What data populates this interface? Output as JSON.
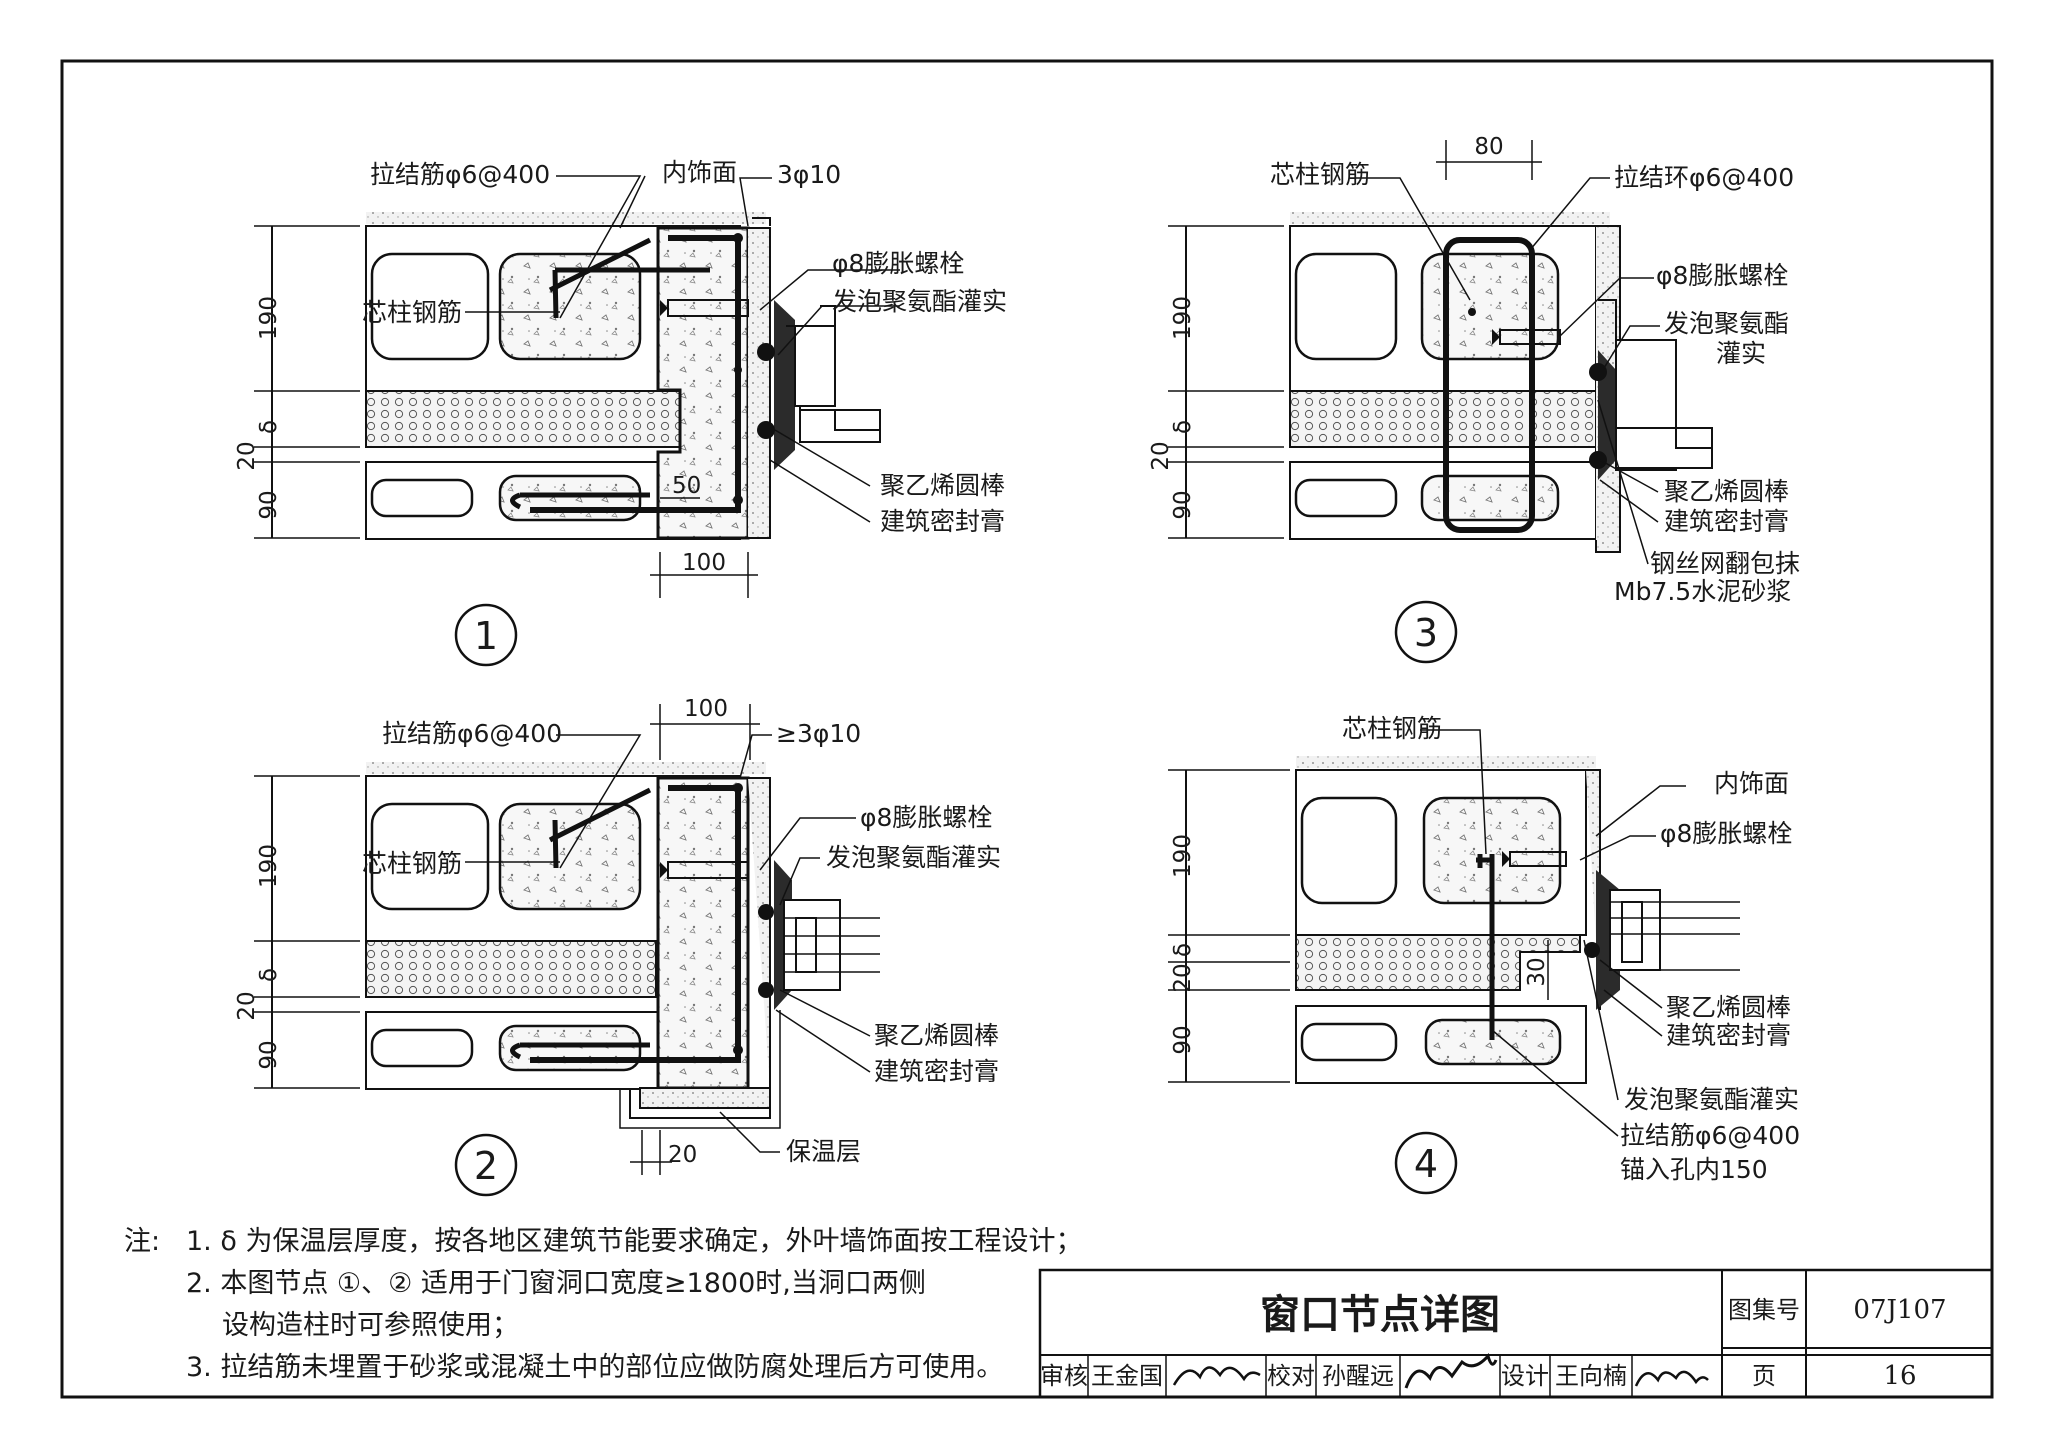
{
  "details": {
    "d1": {
      "number": "1",
      "labels": {
        "tie_rebar": "拉结筋φ6@400",
        "inner_finish": "内饰面",
        "main_rebar": "3φ10",
        "core_rebar": "芯柱钢筋",
        "bolt": "φ8膨胀螺栓",
        "foam": "发泡聚氨酯灌实",
        "pe_rod": "聚乙烯圆棒",
        "sealant": "建筑密封膏"
      },
      "dims": {
        "d190": "190",
        "delta": "δ",
        "d20": "20",
        "d90": "90",
        "d50": "50",
        "d100": "100"
      }
    },
    "d2": {
      "number": "2",
      "labels": {
        "tie_rebar": "拉结筋φ6@400",
        "main_rebar": "≥3φ10",
        "core_rebar": "芯柱钢筋",
        "bolt": "φ8膨胀螺栓",
        "foam": "发泡聚氨酯灌实",
        "pe_rod": "聚乙烯圆棒",
        "sealant": "建筑密封膏",
        "insulation": "保温层"
      },
      "dims": {
        "d100": "100",
        "d190": "190",
        "delta": "δ",
        "d20": "20",
        "d90": "90",
        "d20b": "20"
      }
    },
    "d3": {
      "number": "3",
      "labels": {
        "core_rebar": "芯柱钢筋",
        "tie_ring": "拉结环φ6@400",
        "bolt": "φ8膨胀螺栓",
        "foam1": "发泡聚氨酯",
        "foam2": "灌实",
        "pe_rod": "聚乙烯圆棒",
        "sealant": "建筑密封膏",
        "mesh1": "钢丝网翻包抹",
        "mesh2": "Mb7.5水泥砂浆"
      },
      "dims": {
        "d80": "80",
        "d190": "190",
        "delta": "δ",
        "d20": "20",
        "d90": "90"
      }
    },
    "d4": {
      "number": "4",
      "labels": {
        "core_rebar": "芯柱钢筋",
        "inner_finish": "内饰面",
        "bolt": "φ8膨胀螺栓",
        "pe_rod": "聚乙烯圆棒",
        "sealant": "建筑密封膏",
        "foam": "发泡聚氨酯灌实",
        "tie1": "拉结筋φ6@400",
        "tie2": "锚入孔内150"
      },
      "dims": {
        "d190": "190",
        "delta": "δ",
        "d20": "20",
        "d90": "90",
        "d30": "30"
      }
    }
  },
  "notes": {
    "prefix": "注:",
    "n1": "1.  δ 为保温层厚度，按各地区建筑节能要求确定，外叶墙饰面按工程设计；",
    "n2a": "2.  本图节点 ①、② 适用于门窗洞口宽度≥1800时,当洞口两侧",
    "n2b": "设构造柱时可参照使用；",
    "n3": "3.  拉结筋未埋置于砂浆或混凝土中的部位应做防腐处理后方可使用。"
  },
  "title_block": {
    "title": "窗口节点详图",
    "atlas_label": "图集号",
    "atlas_no": "07J107",
    "page_label": "页",
    "page_no": "16",
    "review_label": "审核",
    "reviewer": "王金国",
    "check_label": "校对",
    "checker": "孙醒远",
    "design_label": "设计",
    "designer": "王向楠"
  }
}
